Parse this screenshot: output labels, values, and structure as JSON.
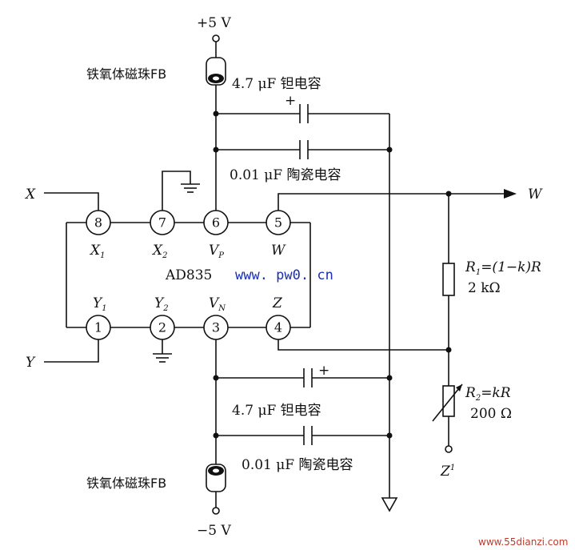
{
  "supply": {
    "positive": "+5 V",
    "negative": "−5 V"
  },
  "ferrite_bead": "铁氧体磁珠FB",
  "capacitors": {
    "tantalum": "4.7 μF  钽电容",
    "ceramic": "0.01 μF  陶瓷电容",
    "plus_sign": "+"
  },
  "chip": {
    "name": "AD835"
  },
  "pins": [
    {
      "number": "8",
      "label": "X",
      "sub": "1"
    },
    {
      "number": "7",
      "label": "X",
      "sub": "2"
    },
    {
      "number": "6",
      "label": "V",
      "sub": "P"
    },
    {
      "number": "5",
      "label": "W",
      "sub": ""
    },
    {
      "number": "1",
      "label": "Y",
      "sub": "1"
    },
    {
      "number": "2",
      "label": "Y",
      "sub": "2"
    },
    {
      "number": "3",
      "label": "V",
      "sub": "N"
    },
    {
      "number": "4",
      "label": "Z",
      "sub": ""
    }
  ],
  "inputs": {
    "x": "X",
    "y": "Y"
  },
  "output": {
    "w": "W"
  },
  "resistors": {
    "r1_name": "R",
    "r1_sub": "1",
    "r1_formula": "=(1−k)R",
    "r1_value": "2 kΩ",
    "r2_name": "R",
    "r2_sub": "2",
    "r2_formula": "=kR",
    "r2_value": "200 Ω"
  },
  "z_terminal": {
    "label": "Z",
    "sup": "1"
  },
  "watermark": "www. pw0. cn",
  "source_mark": "www.55dianzi.com"
}
